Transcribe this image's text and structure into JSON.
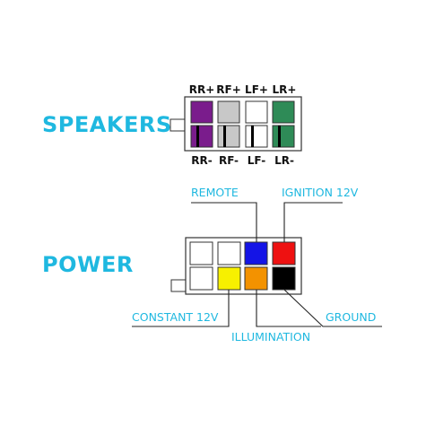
{
  "colors": {
    "accent": "#1fb8e0",
    "purple": "#7a1c8c",
    "gray": "#c8c8c8",
    "white": "#ffffff",
    "green": "#2e8b57",
    "blue": "#1414e6",
    "red": "#ee1111",
    "yellow": "#f7f000",
    "orange": "#f39200",
    "black": "#000000",
    "outline": "#333333"
  },
  "speakers": {
    "title": "SPEAKERS",
    "top_labels": [
      "RR+",
      "RF+",
      "LF+",
      "LR+"
    ],
    "bottom_labels": [
      "RR-",
      "RF-",
      "LF-",
      "LR-"
    ],
    "pin_colors": [
      "purple",
      "gray",
      "white",
      "green"
    ]
  },
  "power": {
    "title": "POWER",
    "top_row_colors": [
      "white",
      "white",
      "blue",
      "red"
    ],
    "bottom_row_colors": [
      "white",
      "yellow",
      "orange",
      "black"
    ],
    "labels": {
      "remote": "REMOTE",
      "ignition": "IGNITION 12V",
      "constant": "CONSTANT 12V",
      "illumination": "ILLUMINATION",
      "ground": "GROUND"
    }
  }
}
